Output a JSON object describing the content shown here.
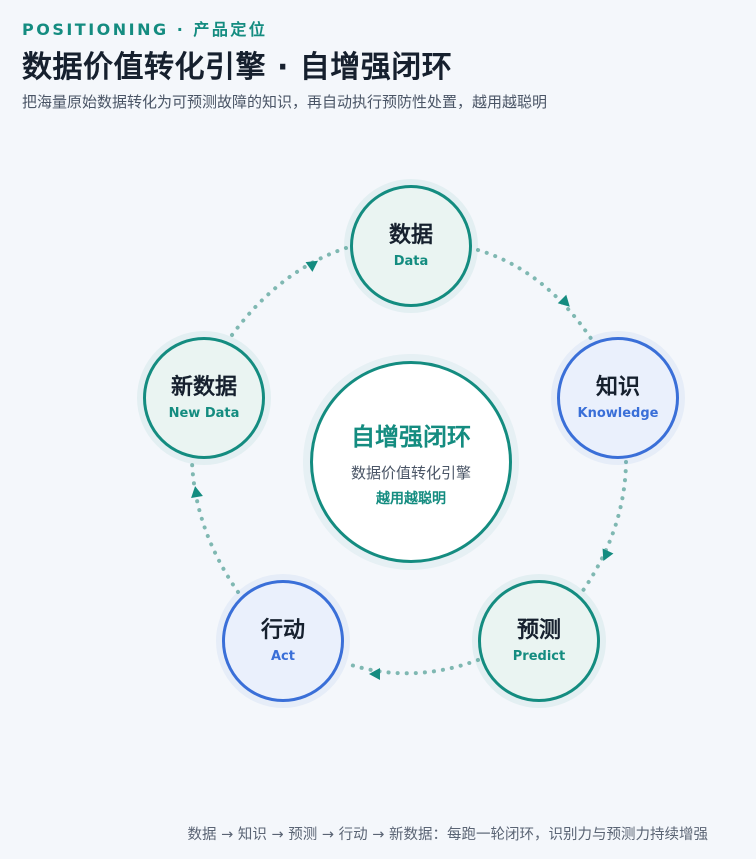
{
  "header": {
    "eyebrow": "POSITIONING · 产品定位",
    "title": "数据价值转化引擎 · 自增强闭环",
    "subtitle": "把海量原始数据转化为可预测故障的知识，再自动执行预防性处置，越用越聪明"
  },
  "colors": {
    "accent_teal": "#148c80",
    "accent_blue": "#3a6fd8",
    "background": "#f4f7fb"
  },
  "cycle": {
    "nodes": [
      {
        "zh": "数据",
        "en": "Data",
        "style": "teal"
      },
      {
        "zh": "知识",
        "en": "Knowledge",
        "style": "blue"
      },
      {
        "zh": "预测",
        "en": "Predict",
        "style": "teal"
      },
      {
        "zh": "行动",
        "en": "Act",
        "style": "blue"
      },
      {
        "zh": "新数据",
        "en": "New Data",
        "style": "teal"
      }
    ],
    "center": {
      "title": "自增强闭环",
      "line1": "数据价值转化引擎",
      "line2": "越用越聪明"
    }
  },
  "footer": {
    "text": "数据 → 知识 → 预测 → 行动 → 新数据：每跑一轮闭环，识别力与预测力持续增强"
  }
}
